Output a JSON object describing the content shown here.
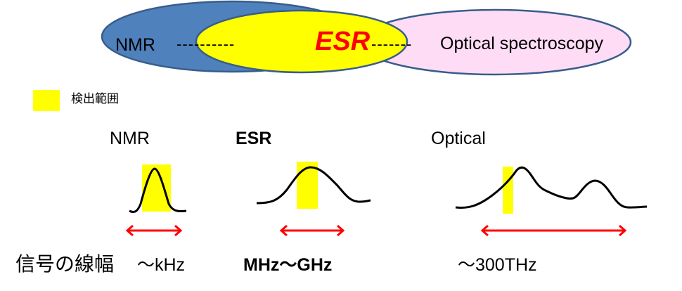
{
  "venn": {
    "nmr_label": "NMR",
    "nmr_dashes": "----------",
    "esr_label": "ESR",
    "esr_dashes": "-------",
    "optical_label": "Optical spectroscopy",
    "colors": {
      "nmr_fill": "#4f81bd",
      "esr_fill": "#ffff00",
      "optical_fill": "#ffdcf5",
      "outline": "#385d8a",
      "esr_text": "#ff0000"
    }
  },
  "legend": {
    "swatch_color": "#ffff00",
    "label": "検出範囲"
  },
  "panels": [
    {
      "title": "NMR",
      "bold": false,
      "linewidth_label": "～kHz"
    },
    {
      "title": "ESR",
      "bold": true,
      "linewidth_label": "MHz～GHz"
    },
    {
      "title": "Optical",
      "bold": false,
      "linewidth_label": "～300THz"
    }
  ],
  "linewidth_heading": "信号の線幅",
  "arrow_color": "#ff0000",
  "curve_color": "#000000"
}
